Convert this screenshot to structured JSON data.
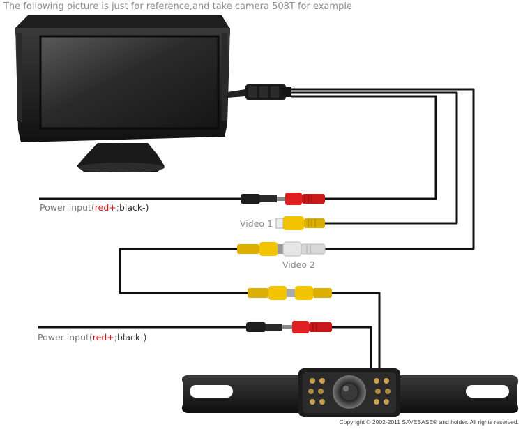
{
  "title": "The following picture is just for reference,and take camera 508T for example",
  "labels": {
    "power_input_1": {
      "prefix": "Power input(",
      "red": "red+",
      "sep": ";",
      "black": "black-)"
    },
    "video1": "Video 1",
    "video2": "Video 2",
    "power_input_2": {
      "prefix": "Power input(",
      "red": "red+",
      "sep": ";",
      "black": "black-)"
    }
  },
  "copyright": "Copyright © 2002-2011 SAVEBASE® and holder. All rights reserved.",
  "colors": {
    "wire": "#111111",
    "red_plug": "#e02020",
    "yellow_plug": "#f2c400",
    "white_plug": "#e6e6e6",
    "black_plug": "#222222"
  }
}
